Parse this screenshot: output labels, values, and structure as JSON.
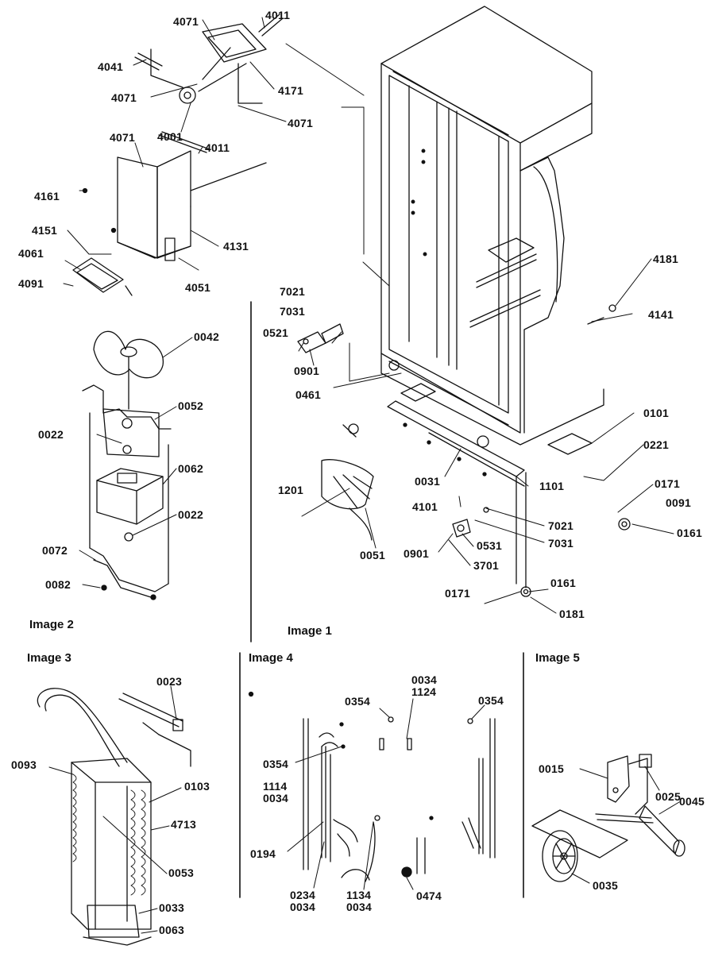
{
  "images": {
    "image1": "Image 1",
    "image2": "Image 2",
    "image3": "Image 3",
    "image4": "Image 4",
    "image5": "Image 5"
  },
  "labels": {
    "p4071a": "4071",
    "p4011a": "4011",
    "p4041": "4041",
    "p4071b": "4071",
    "p4171": "4171",
    "p4001": "4001",
    "p4071c": "4071",
    "p4071d": "4071",
    "p4011b": "4011",
    "p4161": "4161",
    "p4151": "4151",
    "p4131": "4131",
    "p4061": "4061",
    "p4091": "4091",
    "p4051": "4051",
    "p0042": "0042",
    "p0052": "0052",
    "p0022a": "0022",
    "p0062": "0062",
    "p0022b": "0022",
    "p0072": "0072",
    "p0082": "0082",
    "p7021a": "7021",
    "p7031a": "7031",
    "p0521": "0521",
    "p0901a": "0901",
    "p0461": "0461",
    "p4181": "4181",
    "p4141": "4141",
    "p0101": "0101",
    "p0221": "0221",
    "p0031": "0031",
    "p1101": "1101",
    "p1201": "1201",
    "p4101": "4101",
    "p0171a": "0171",
    "p0091": "0091",
    "p0161a": "0161",
    "p7021b": "7021",
    "p7031b": "7031",
    "p0051": "0051",
    "p0531": "0531",
    "p0901b": "0901",
    "p3701": "3701",
    "p0171b": "0171",
    "p0161b": "0161",
    "p0181": "0181",
    "p0023": "0023",
    "p0093": "0093",
    "p0103": "0103",
    "p4713": "4713",
    "p0053": "0053",
    "p0033": "0033",
    "p0063": "0063",
    "p0354a": "0354",
    "p0034a": "0034",
    "p1124": "1124",
    "p0354b": "0354",
    "p0354c": "0354",
    "p1114": "1114",
    "p0034b": "0034",
    "p0194": "0194",
    "p0234": "0234",
    "p0034c": "0034",
    "p1134": "1134",
    "p0034d": "0034",
    "p0474": "0474",
    "p0015": "0015",
    "p0025": "0025",
    "p0045": "0045",
    "p0035": "0035"
  }
}
